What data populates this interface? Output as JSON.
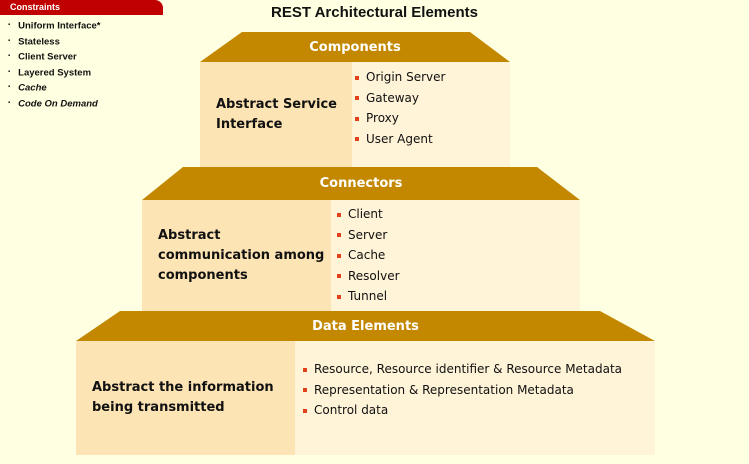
{
  "constraints": {
    "title": "Constraints",
    "items": [
      "Uniform Interface*",
      "Stateless",
      "Client Server",
      "Layered System",
      "Cache",
      "Code On Demand"
    ]
  },
  "title": "REST Architectural Elements",
  "tiers": [
    {
      "header": "Components",
      "label": "Abstract Service Interface",
      "items": [
        "Origin Server",
        "Gateway",
        "Proxy",
        "User Agent"
      ]
    },
    {
      "header": "Connectors",
      "label": "Abstract communication among components",
      "items": [
        "Client",
        "Server",
        "Cache",
        "Resolver",
        "Tunnel"
      ]
    },
    {
      "header": "Data Elements",
      "label": "Abstract the information being transmitted",
      "items": [
        "Resource, Resource identifier & Resource Metadata",
        "Representation & Representation Metadata",
        "Control data"
      ]
    }
  ]
}
